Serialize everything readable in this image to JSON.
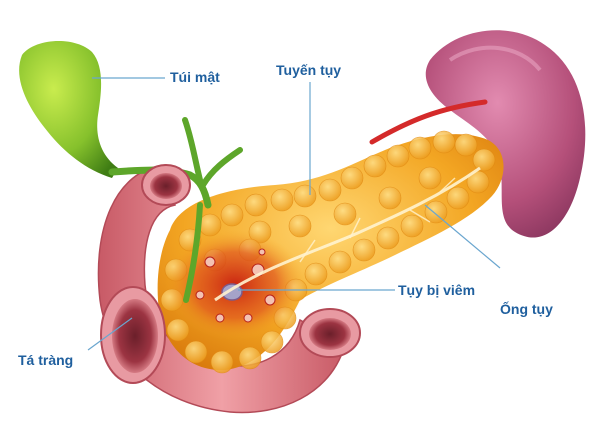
{
  "labels": {
    "gallbladder": "Túi mật",
    "pancreas": "Tuyến tụy",
    "inflamed": "Tụy bị viêm",
    "duct": "Ống tụy",
    "duodenum": "Tá tràng"
  },
  "colors": {
    "label_text": "#1f5f9e",
    "leader_line": "#6aa6cf",
    "gallbladder": "#7fbf2a",
    "pancreas": "#f1a21c",
    "duodenum": "#d9757d",
    "spleen": "#b5507a",
    "inflammation": "#d8431c",
    "artery": "#d42a2a"
  }
}
